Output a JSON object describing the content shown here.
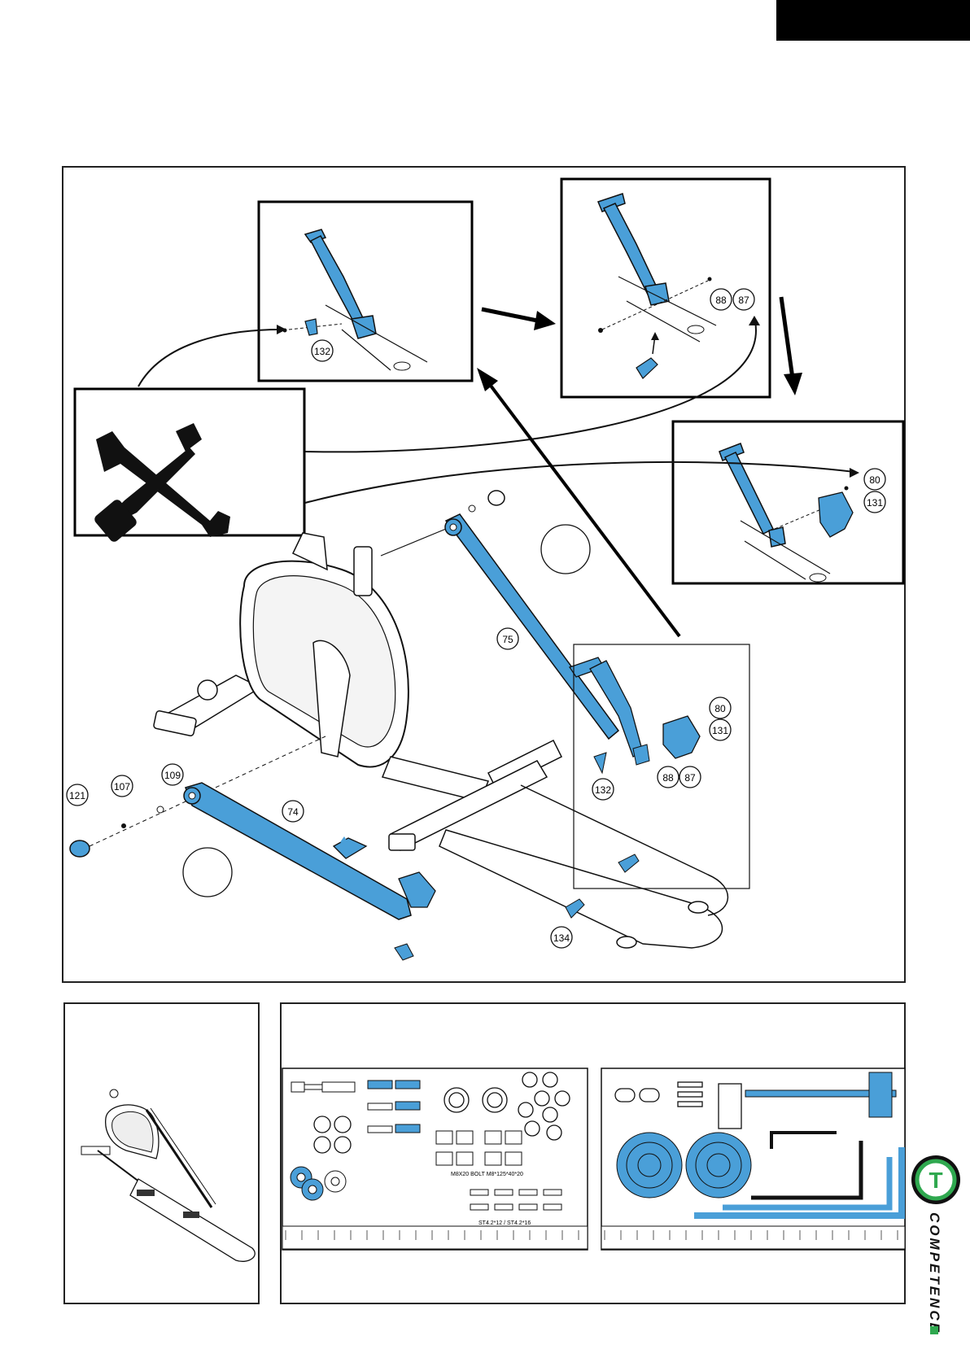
{
  "colors": {
    "part_blue": "#4a9fd8",
    "line": "#222222",
    "brand_green": "#2fa84f",
    "black": "#000000"
  },
  "icons": {
    "tools": "wrench-screwdriver-icon",
    "logo": "competence-t-logo"
  },
  "labels": {
    "p121": "121",
    "p107": "107",
    "p109": "109",
    "p74": "74",
    "p75": "75",
    "p132a": "132",
    "p88a": "88",
    "p87a": "87",
    "p80a": "80",
    "p131a": "131",
    "p80b": "80",
    "p131b": "131",
    "p88b": "88",
    "p87b": "87",
    "p132b": "132",
    "p134": "134"
  },
  "hardware_left": {
    "bolt_label": "M8X20 BOLT M8*125*40*20",
    "screw_label": "ST4.2*12 / ST4.2*16"
  },
  "brand": {
    "name": "COMPETENCE",
    "logo_letter": "T"
  }
}
